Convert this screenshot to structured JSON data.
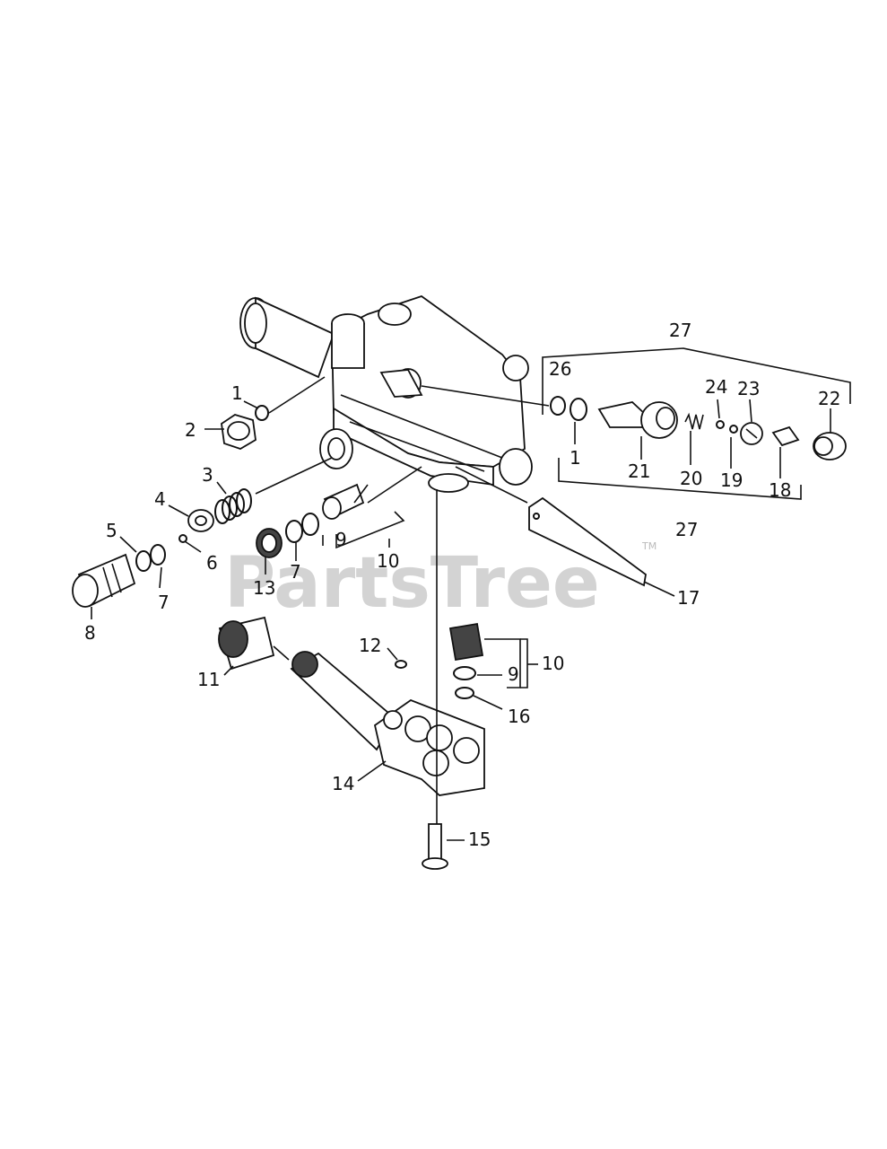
{
  "watermark": {
    "text": "PartsTree",
    "tm": "TM"
  },
  "callouts": [
    {
      "id": "c1a",
      "text": "1"
    },
    {
      "id": "c1b",
      "text": "1"
    },
    {
      "id": "c2",
      "text": "2"
    },
    {
      "id": "c3",
      "text": "3"
    },
    {
      "id": "c4",
      "text": "4"
    },
    {
      "id": "c5",
      "text": "5"
    },
    {
      "id": "c6",
      "text": "6"
    },
    {
      "id": "c7a",
      "text": "7"
    },
    {
      "id": "c7b",
      "text": "7"
    },
    {
      "id": "c8",
      "text": "8"
    },
    {
      "id": "c9a",
      "text": "9"
    },
    {
      "id": "c9b",
      "text": "9"
    },
    {
      "id": "c10a",
      "text": "10"
    },
    {
      "id": "c10b",
      "text": "10"
    },
    {
      "id": "c11",
      "text": "11"
    },
    {
      "id": "c12",
      "text": "12"
    },
    {
      "id": "c13",
      "text": "13"
    },
    {
      "id": "c14",
      "text": "14"
    },
    {
      "id": "c15",
      "text": "15"
    },
    {
      "id": "c16",
      "text": "16"
    },
    {
      "id": "c17",
      "text": "17"
    },
    {
      "id": "c18",
      "text": "18"
    },
    {
      "id": "c19",
      "text": "19"
    },
    {
      "id": "c20",
      "text": "20"
    },
    {
      "id": "c21",
      "text": "21"
    },
    {
      "id": "c22",
      "text": "22"
    },
    {
      "id": "c23",
      "text": "23"
    },
    {
      "id": "c24",
      "text": "24"
    },
    {
      "id": "c26",
      "text": "26"
    },
    {
      "id": "c27a",
      "text": "27"
    },
    {
      "id": "c27b",
      "text": "27"
    }
  ]
}
